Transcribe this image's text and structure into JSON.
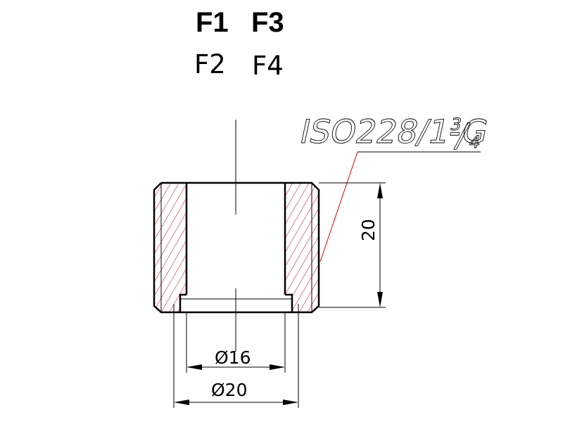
{
  "titles": {
    "top_left": "F1",
    "top_right": "F3",
    "bottom_left": "F2",
    "bottom_right": "F4"
  },
  "thread_spec": {
    "main": "ISO228/1-G",
    "fraction_numerator": "3",
    "fraction_slash": "/",
    "fraction_denominator": "4"
  },
  "dimensions": {
    "height": "20",
    "inner_diameter": "Ø16",
    "outer_diameter": "Ø20"
  },
  "colors": {
    "outline": "#000000",
    "hatch": "#e00000",
    "leader": "#e00000"
  }
}
